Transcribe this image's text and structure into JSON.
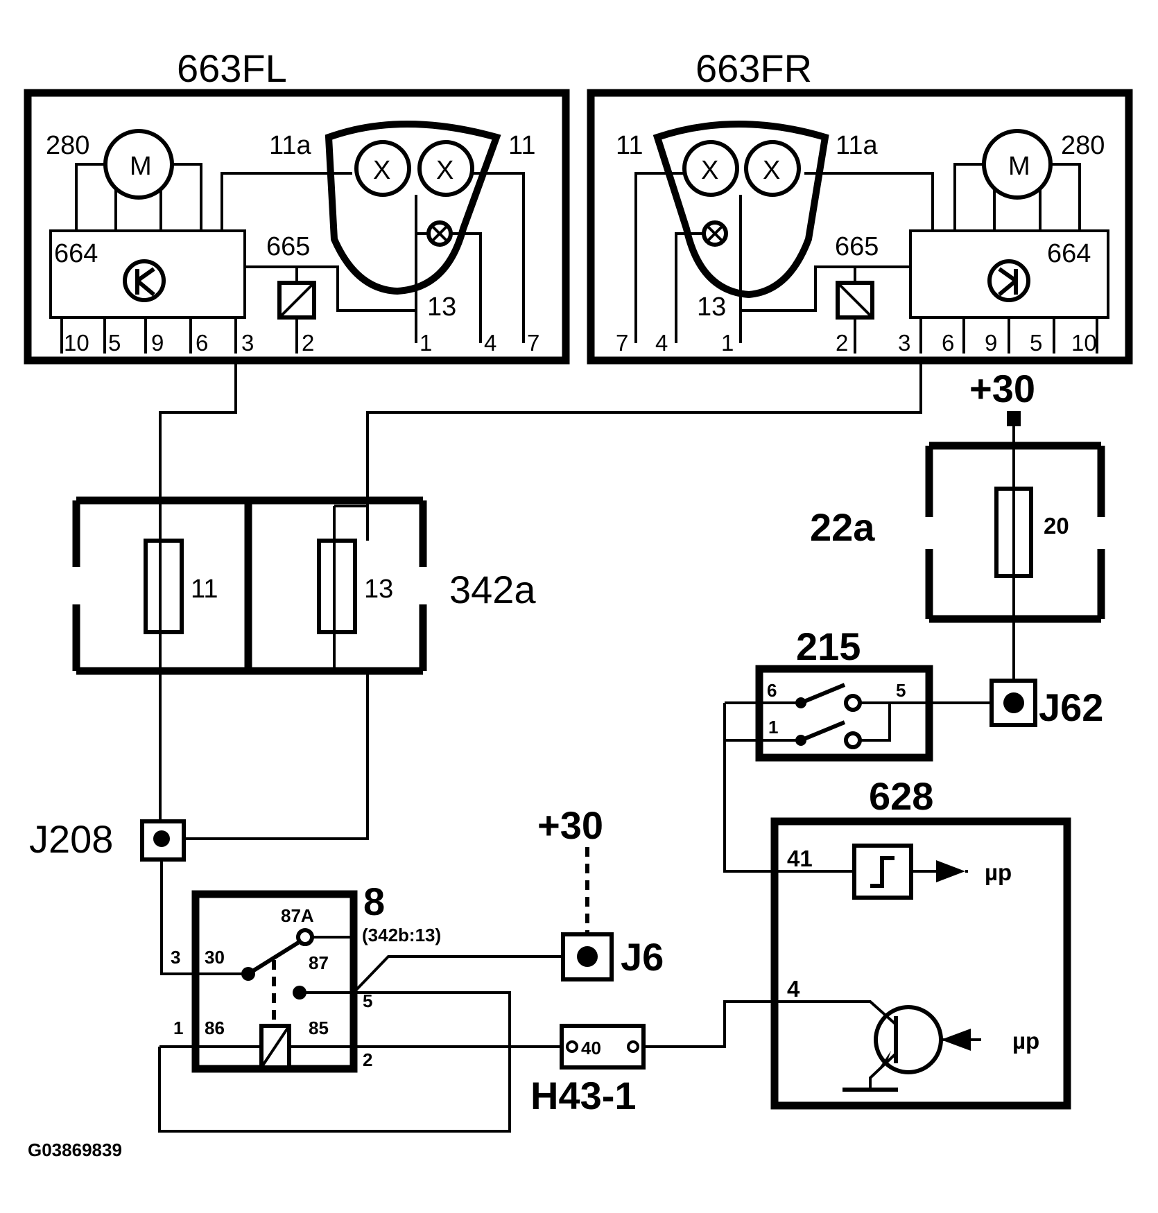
{
  "labels": {
    "fl_title": "663FL",
    "fr_title": "663FR",
    "motor": "M",
    "lamp_x": "X",
    "fl": {
      "p280": "280",
      "p11a": "11a",
      "p11": "11",
      "p664": "664",
      "p665": "665",
      "p13": "13",
      "pins": [
        "10",
        "5",
        "9",
        "6",
        "3",
        "2",
        "1",
        "4",
        "7"
      ]
    },
    "fr": {
      "p280": "280",
      "p11a": "11a",
      "p11": "11",
      "p664": "664",
      "p665": "665",
      "p13": "13",
      "pins": [
        "7",
        "4",
        "1",
        "2",
        "3",
        "6",
        "9",
        "5",
        "10"
      ]
    },
    "plus30_top": "+30",
    "plus30_mid": "+30",
    "fusebox_342a": "342a",
    "fuse_11": "11",
    "fuse_13": "13",
    "fusebox_22a": "22a",
    "fuse_20": "20",
    "switch_215": "215",
    "sw_6": "6",
    "sw_5": "5",
    "sw_1": "1",
    "j62": "J62",
    "module_628": "628",
    "m_41": "41",
    "m_4": "4",
    "mu_p_out": "µp",
    "mu_p_in": "µp",
    "j208": "J208",
    "relay_8": "8",
    "relay_ref": "(342b:13)",
    "relay_87a": "87A",
    "relay_87": "87",
    "relay_30": "30",
    "relay_86": "86",
    "relay_85": "85",
    "relay_3": "3",
    "relay_1": "1",
    "relay_5": "5",
    "relay_2": "2",
    "j6": "J6",
    "h43_40": "40",
    "h43": "H43-1",
    "figure_id": "G03869839"
  }
}
